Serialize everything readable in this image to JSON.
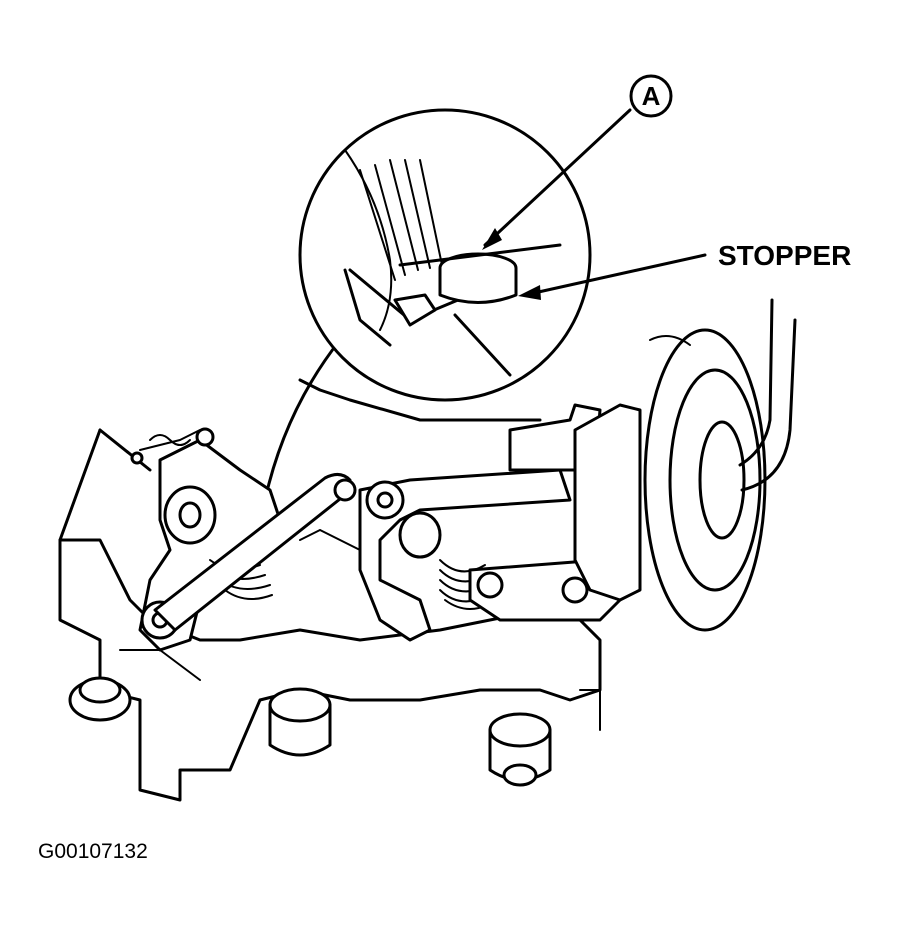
{
  "callout_a": {
    "letter": "A"
  },
  "stopper": {
    "label": "STOPPER"
  },
  "figure_code": "G00107132"
}
